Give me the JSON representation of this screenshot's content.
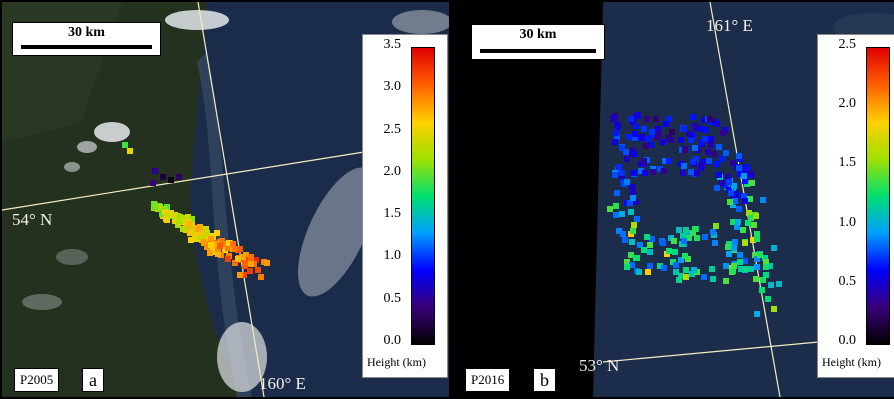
{
  "panels": [
    {
      "scale_label": "30 km",
      "ticks": [
        "3.5",
        "3.0",
        "2.5",
        "2.0",
        "1.5",
        "1.0",
        "0.5",
        "0.0"
      ],
      "cbar_caption": "Height (km)",
      "lat_label": "54° N",
      "lon_label": "160° E",
      "id_label": "P2005",
      "letter": "a",
      "vmax": 3.5
    },
    {
      "scale_label": "30 km",
      "ticks": [
        "2.5",
        "2.0",
        "1.5",
        "1.0",
        "0.5",
        "0.0"
      ],
      "cbar_caption": "Height (km)",
      "lat_label": "53° N",
      "lon_label": "161° E",
      "id_label": "P2016",
      "letter": "b",
      "vmax": 2.5
    }
  ],
  "colors": {
    "sea": "#1b2c4b",
    "land": "#24301f",
    "no_data": "#000000",
    "grid": "#f3eec2"
  },
  "colormap": [
    "#000000",
    "#3a007a",
    "#0000ff",
    "#00a0ff",
    "#00e070",
    "#a0e000",
    "#ffd000",
    "#ff6000",
    "#e00000"
  ]
}
